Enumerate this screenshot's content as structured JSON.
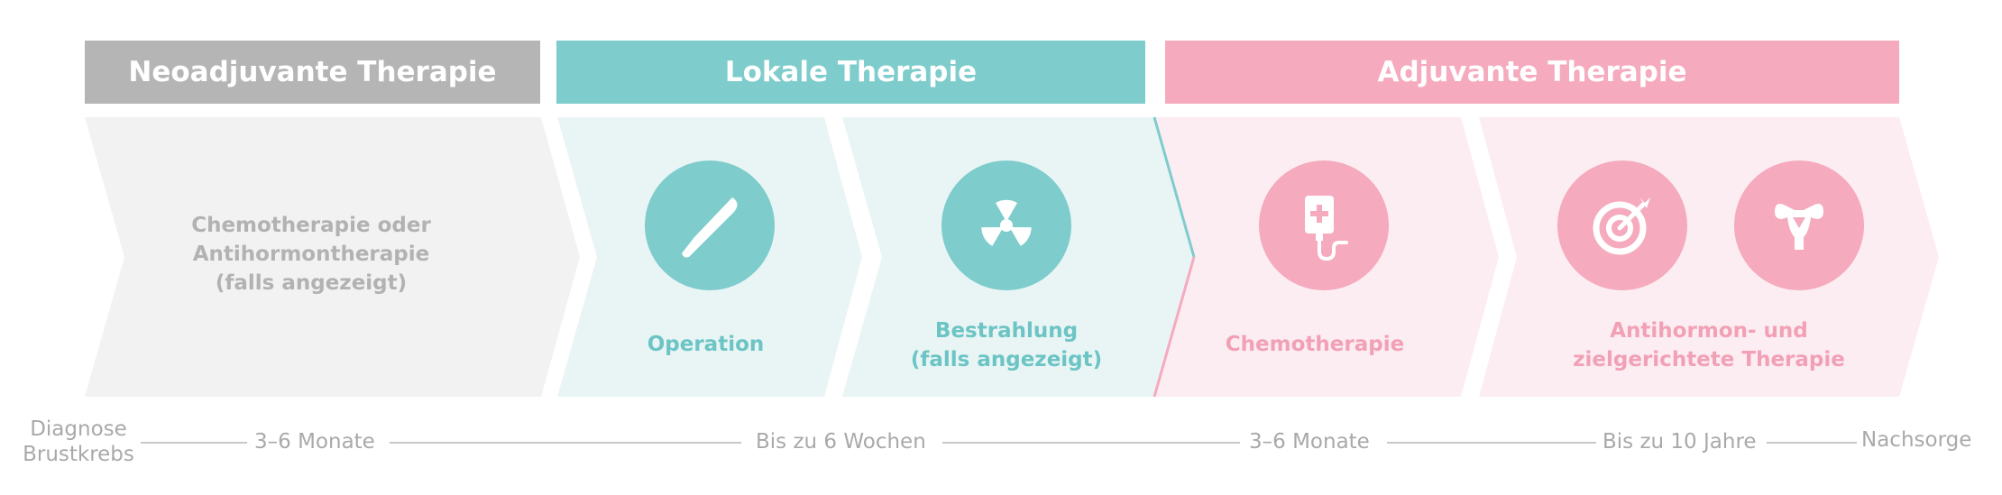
{
  "headers": {
    "neoadjuvant": "Neoadjuvante Therapie",
    "lokal": "Lokale Therapie",
    "adjuvant": "Adjuvante Therapie"
  },
  "steps": {
    "neo": [
      "Chemotherapie oder",
      "Antihormontherapie",
      "(falls angezeigt)"
    ],
    "operation": [
      "Operation"
    ],
    "bestrahlung": [
      "Bestrahlung",
      "(falls angezeigt)"
    ],
    "chemo": [
      "Chemotherapie"
    ],
    "antihormon": [
      "Antihormon- und",
      "zielgerichtete Therapie"
    ]
  },
  "timeline": {
    "start": [
      "Diagnose",
      "Brustkrebs"
    ],
    "seg1": "3–6 Monate",
    "seg2": "Bis zu 6 Wochen",
    "seg3": "3–6 Monate",
    "seg4": "Bis zu 10 Jahre",
    "end": "Nachsorge"
  },
  "icons": [
    "scalpel-icon",
    "radiation-icon",
    "iv-bag-icon",
    "target-icon",
    "uterus-icon"
  ],
  "colors": {
    "grey_header": "#b5b5b5",
    "teal": "#7ecccc",
    "pink": "#f5aabe",
    "grey_bg": "#f2f2f2",
    "teal_bg": "#e9f5f5",
    "pink_bg": "#fcedf2"
  }
}
